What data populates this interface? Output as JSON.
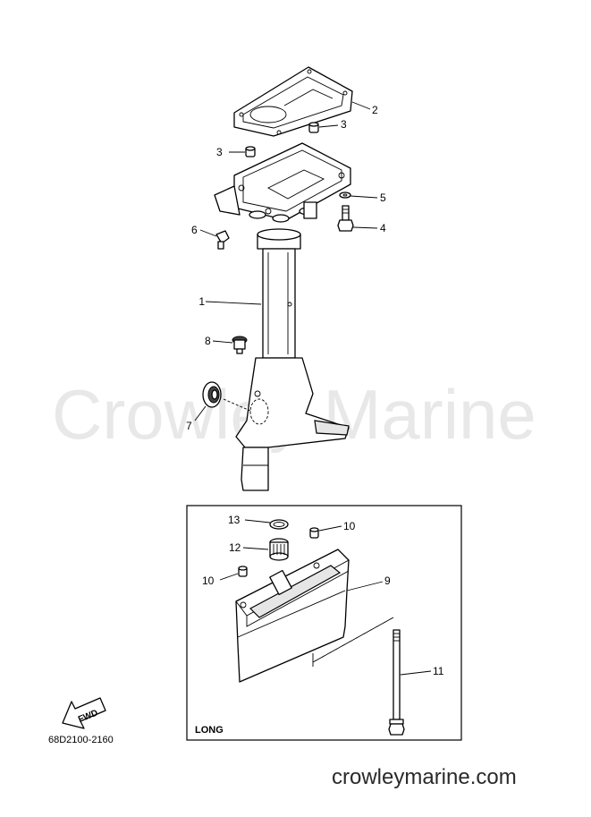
{
  "watermark": "Crowley Marine",
  "site_url": "crowleymarine.com",
  "diagram_code": "68D2100-2160",
  "inset_label": "LONG",
  "fwd_label": "FWD",
  "callouts": {
    "c1": "1",
    "c2": "2",
    "c3a": "3",
    "c3b": "3",
    "c4": "4",
    "c5": "5",
    "c6": "6",
    "c7": "7",
    "c8": "8",
    "c9": "9",
    "c10a": "10",
    "c10b": "10",
    "c11": "11",
    "c12": "12",
    "c13": "13"
  }
}
